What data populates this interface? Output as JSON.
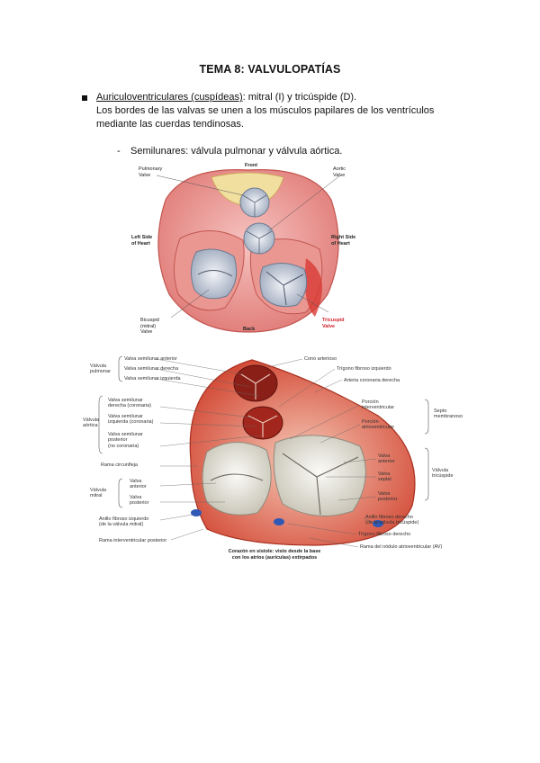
{
  "title": "TEMA 8: VALVULOPATÍAS",
  "bullet": {
    "lead_underlined": "Auriculoventriculares (cuspídeas)",
    "lead_rest": ": mitral (I) y tricúspide (D).",
    "line2": "Los bordes de las valvas se unen a los músculos papilares de los ventrículos mediante las cuerdas tendinosas."
  },
  "dash_item": {
    "dash": "-",
    "text": "Semilunares: válvula pulmonar y válvula aórtica."
  },
  "figure1": {
    "labels": {
      "front": "Front",
      "back": "Back",
      "pulmonary": "Pulmonary\nValve",
      "aortic": "Aortic\nValve",
      "left_side": "Left Side\nof Heart",
      "right_side": "Right Side\nof Heart",
      "bicuspid": "Bicuspid\n(mitral)\nValve",
      "tricuspid": "Tricuspid\nValve"
    }
  },
  "figure2": {
    "left_labels": [
      "Valva semilunar anterior",
      "Valva semilunar derecha",
      "Valva semilunar izquierda",
      "Valva semilunar\nderecha (coronaria)",
      "Valva semilunar\nizquierda (coronaria)",
      "Valva semilunar\nposterior\n(no coronaria)",
      "Rama circunfleja",
      "Valva\nanterior",
      "Valva\nposterior",
      "Anillo fibroso izquierdo\n(de la válvula mitral)",
      "Rama interventricular posterior"
    ],
    "left_groups": [
      "Válvula\npulmonar",
      "Válvula\naórtica",
      "Válvula\nmitral"
    ],
    "right_labels": [
      "Cono arterioso",
      "Trígono fibroso izquierdo",
      "Arteria coronaria derecha",
      "Porción\ninterventricular",
      "Porción\natrioventricular",
      "Valva\nanterior",
      "Valva\nseptal",
      "Valva\nposterior",
      "Anillo fibroso derecho\n(de la válvula tricúspide)",
      "Trígono fibroso derecho",
      "Rama del nódulo atrioventricular (AV)"
    ],
    "right_groups": [
      "Septo\nmembranoso",
      "Válvula\ntricúspide"
    ],
    "caption": "Corazón en sístole: visto desde la base\ncon los atrios (aurículas) extirpados"
  }
}
